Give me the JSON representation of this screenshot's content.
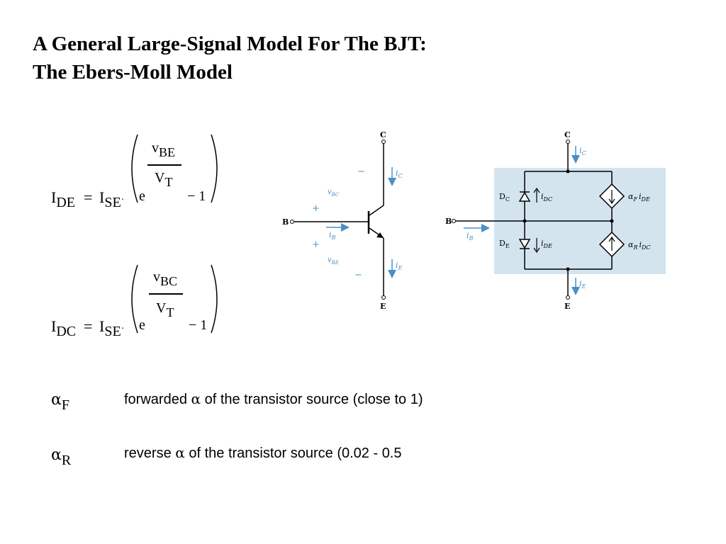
{
  "title": {
    "line1": "A General Large-Signal Model For The BJT:",
    "line2": "The Ebers-Moll Model"
  },
  "eq_de": {
    "lhs_main": "I",
    "lhs_sub": "DE",
    "equals": "=",
    "rhs_main": "I",
    "rhs_sub": "SE",
    "dot": "·",
    "e": "e",
    "num_main": "v",
    "num_sub": "BE",
    "den_main": "V",
    "den_sub": "T",
    "minus_one": "− 1"
  },
  "eq_dc": {
    "lhs_main": "I",
    "lhs_sub": "DC",
    "equals": "=",
    "rhs_main": "I",
    "rhs_sub": "SE",
    "dot": "·",
    "e": "e",
    "num_main": "v",
    "num_sub": "BC",
    "den_main": "V",
    "den_sub": "T",
    "minus_one": "− 1"
  },
  "params": [
    {
      "symbol": "α",
      "sub": "F",
      "text_before": "forwarded",
      "alpha": "α",
      "text_after": "of the transistor source (close to 1)"
    },
    {
      "symbol": "α",
      "sub": "R",
      "text_before": "reverse",
      "alpha": "α",
      "text_after": "of the transistor source (0.02 - 0.5"
    }
  ],
  "transistor_diagram": {
    "collector": "C",
    "emitter": "E",
    "base": "B",
    "ic": "i",
    "ic_sub": "C",
    "ie": "i",
    "ie_sub": "E",
    "ib": "i",
    "ib_sub": "B",
    "vbc": "v",
    "vbc_sub": "BC",
    "vbe": "v",
    "vbe_sub": "BE",
    "plus": "+",
    "minus": "−"
  },
  "model_diagram": {
    "collector": "C",
    "emitter": "E",
    "base": "B",
    "ic": "i",
    "ic_sub": "C",
    "ie": "i",
    "ie_sub": "E",
    "ib": "i",
    "ib_sub": "B",
    "dc": "D",
    "dc_sub": "C",
    "de": "D",
    "de_sub": "E",
    "idc": "i",
    "idc_sub": "DC",
    "ide": "i",
    "ide_sub": "DE",
    "src_top": "α",
    "src_top_sub": "F",
    "src_top_i": "i",
    "src_top_i_sub": "DE",
    "src_bot": "α",
    "src_bot_sub": "R",
    "src_bot_i": "i",
    "src_bot_i_sub": "DC",
    "panel_color": "#d4e4ef",
    "arrow_color": "#4a90c8"
  }
}
